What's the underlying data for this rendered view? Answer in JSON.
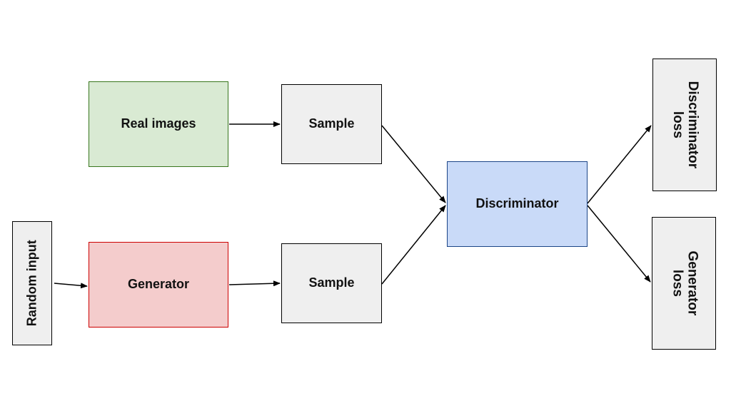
{
  "nodes": {
    "real_images": {
      "label": "Real images",
      "fill": "#d9ead3",
      "stroke": "#38761d"
    },
    "generator": {
      "label": "Generator",
      "fill": "#f4cccc",
      "stroke": "#cc0000"
    },
    "sample_top": {
      "label": "Sample",
      "fill": "#efefef",
      "stroke": "#000000"
    },
    "sample_bottom": {
      "label": "Sample",
      "fill": "#efefef",
      "stroke": "#000000"
    },
    "discriminator": {
      "label": "Discriminator",
      "fill": "#c9daf8",
      "stroke": "#1c4587"
    },
    "random_input": {
      "label": "Random input",
      "fill": "#efefef",
      "stroke": "#000000"
    },
    "discriminator_loss": {
      "label_line1": "Discriminator",
      "label_line2": "loss",
      "fill": "#efefef",
      "stroke": "#000000"
    },
    "generator_loss": {
      "label_line1": "Generator",
      "label_line2": "loss",
      "fill": "#efefef",
      "stroke": "#000000"
    }
  },
  "edges": [
    {
      "from": "random_input",
      "to": "generator"
    },
    {
      "from": "real_images",
      "to": "sample_top"
    },
    {
      "from": "generator",
      "to": "sample_bottom"
    },
    {
      "from": "sample_top",
      "to": "discriminator"
    },
    {
      "from": "sample_bottom",
      "to": "discriminator"
    },
    {
      "from": "discriminator",
      "to": "discriminator_loss"
    },
    {
      "from": "discriminator",
      "to": "generator_loss"
    }
  ],
  "edge_color": "#000000"
}
